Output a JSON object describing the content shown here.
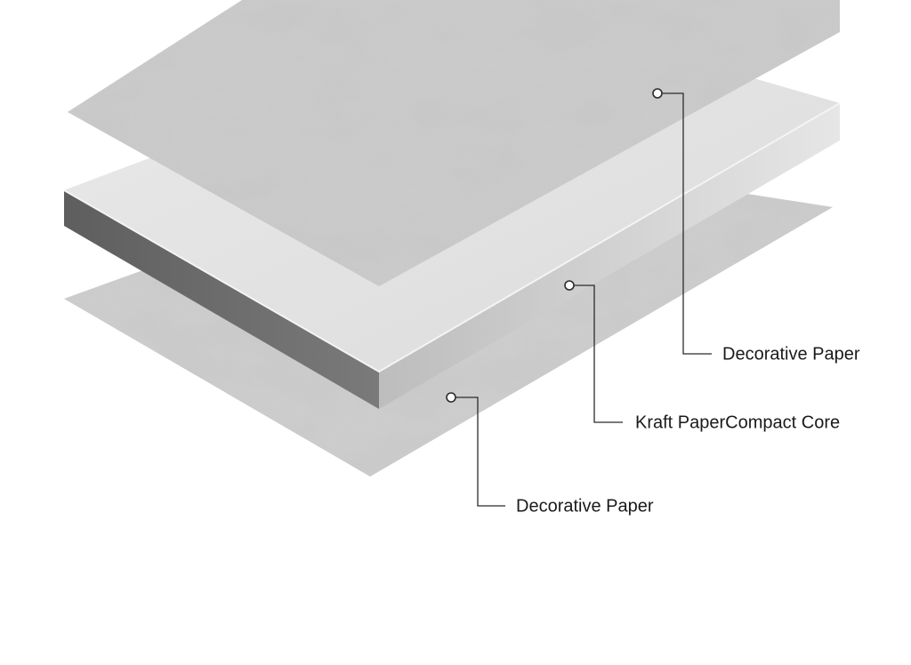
{
  "diagram": {
    "layers": [
      {
        "id": "top",
        "texture": "marble"
      },
      {
        "id": "core",
        "texture": "solid"
      },
      {
        "id": "bottom",
        "texture": "marble"
      }
    ],
    "callouts": {
      "top_sheet": "Decorative Paper",
      "core": "Kraft PaperCompact Core",
      "bottom_sheet": "Decorative Paper"
    },
    "colors": {
      "sheet": "#cfcfcf",
      "core_top": "#e2e2e2",
      "core_side": "#707070",
      "leader": "#2b2b2b",
      "text": "#1a1a1a"
    }
  }
}
